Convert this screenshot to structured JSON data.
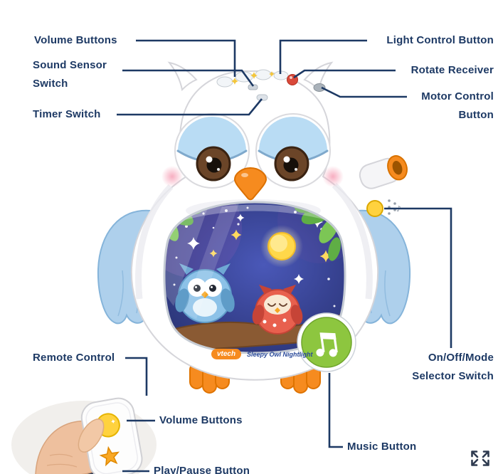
{
  "product": {
    "type": "annotated product diagram",
    "subject": "owl nightlight toy"
  },
  "branding": {
    "logo_text": "vtech",
    "product_name": "Sleepy Owl Nightlight"
  },
  "callouts": {
    "volume_buttons_top": "Volume Buttons",
    "sound_sensor_switch": "Sound Sensor Switch",
    "timer_switch": "Timer Switch",
    "light_control_button": "Light Control Button",
    "rotate_receiver": "Rotate Receiver",
    "motor_control_button": "Motor Control Button",
    "remote_control": "Remote Control",
    "volume_buttons_bottom": "Volume Buttons",
    "play_pause_button": "Play/Pause Button",
    "music_button": "Music Button",
    "on_off_mode_selector_switch": "On/Off/Mode Selector Switch"
  },
  "colors": {
    "label_text": "#1d3964",
    "callout_line": "#1d3964",
    "owl_body_white": "#ffffff",
    "wing_blue": "#aed0ec",
    "beak_feet_orange": "#f68b1f",
    "music_button_green": "#8dc63f",
    "night_sky_blue": "#36418f",
    "moon_yellow": "#ffd84a",
    "brand_orange": "#f68b1f",
    "remote_button_yellow": "#ffd23e"
  },
  "icons": {
    "expand": "expand-icon",
    "music_notes_on_button": "music-notes-icon",
    "side_music_note": "music-note-icon",
    "remote_moon": "moon-icon",
    "remote_star": "star-icon"
  }
}
